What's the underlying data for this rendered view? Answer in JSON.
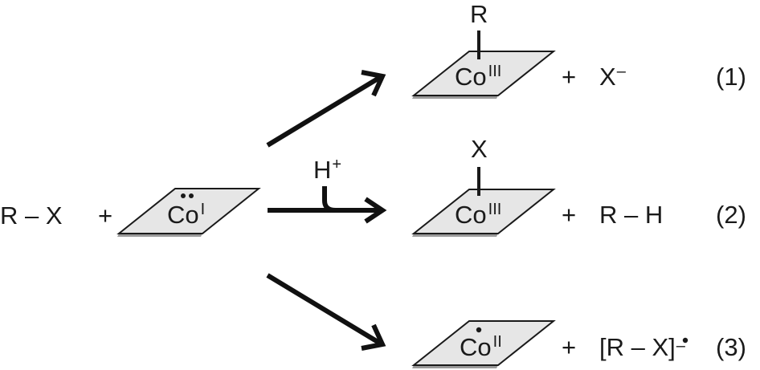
{
  "reactants": {
    "halide": "R – X",
    "plus": "+",
    "cobalt_symbol": "Co",
    "cobalt_oxidation": "I"
  },
  "reagent": {
    "symbol": "H",
    "charge": "+"
  },
  "reaction_1": {
    "substituent": "R",
    "cobalt_symbol": "Co",
    "cobalt_oxidation": "III",
    "plus": "+",
    "coproduct": "X",
    "coproduct_charge": "–",
    "number": "(1)"
  },
  "reaction_2": {
    "substituent": "X",
    "cobalt_symbol": "Co",
    "cobalt_oxidation": "III",
    "plus": "+",
    "coproduct": "R – H",
    "number": "(2)"
  },
  "reaction_3": {
    "cobalt_symbol": "Co",
    "cobalt_oxidation": "II",
    "plus": "+",
    "coproduct": "[R – X]",
    "coproduct_charge": "–",
    "number": "(3)"
  }
}
